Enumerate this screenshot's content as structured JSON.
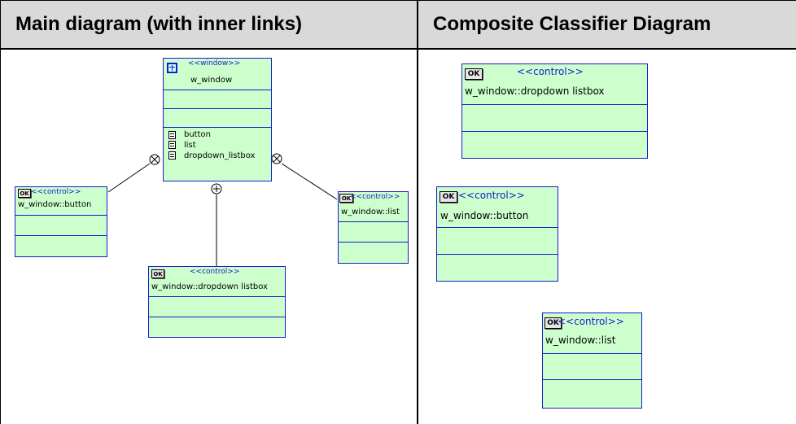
{
  "headers": {
    "left": "Main diagram (with inner links)",
    "right": "Composite Classifier Diagram"
  },
  "main": {
    "window_class": {
      "stereotype": "<<window>>",
      "name": "w_window",
      "attributes": [
        "button",
        "list",
        "dropdown_listbox"
      ]
    },
    "button_class": {
      "icon_label": "OK",
      "stereotype": "<<control>>",
      "name": "w_window::button"
    },
    "list_class": {
      "icon_label": "OK",
      "stereotype": "<<control>>",
      "name": "w_window::list"
    },
    "dropdown_class": {
      "icon_label": "OK",
      "stereotype": "<<control>>",
      "name": "w_window::dropdown listbox"
    }
  },
  "composite": {
    "dropdown_class": {
      "icon_label": "OK",
      "stereotype": "<<control>>",
      "name": "w_window::dropdown listbox"
    },
    "button_class": {
      "icon_label": "OK",
      "stereotype": "<<control>>",
      "name": "w_window::button"
    },
    "list_class": {
      "icon_label": "OK",
      "stereotype": "<<control>>",
      "name": "w_window::list"
    }
  },
  "colors": {
    "class_fill": "#ccffcc",
    "class_border": "#1a1acc",
    "stereotype_text": "#1a1acc",
    "header_fill": "#d9d9d9"
  }
}
